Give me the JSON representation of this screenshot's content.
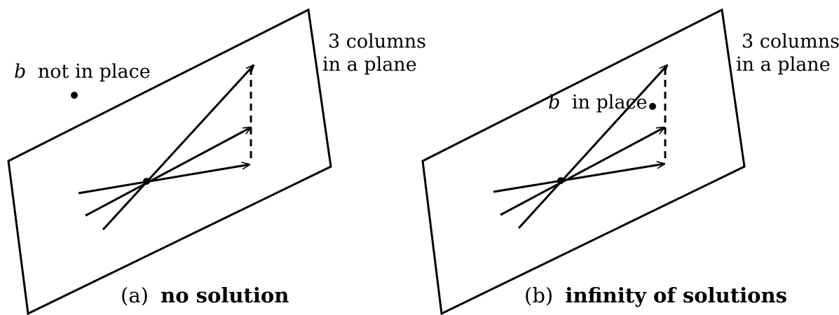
{
  "panel_a": {
    "b_symbol": "b",
    "point_label_rest": "not in place",
    "plane_label_line1": "3 columns",
    "plane_label_line2": "in a plane",
    "caption_prefix": "(a)",
    "caption_bold": "no solution"
  },
  "panel_b": {
    "b_symbol": "b",
    "point_label_rest": "in place",
    "plane_label_line1": "3 columns",
    "plane_label_line2": "in a plane",
    "caption_prefix": "(b)",
    "caption_bold": "infinity of solutions"
  }
}
